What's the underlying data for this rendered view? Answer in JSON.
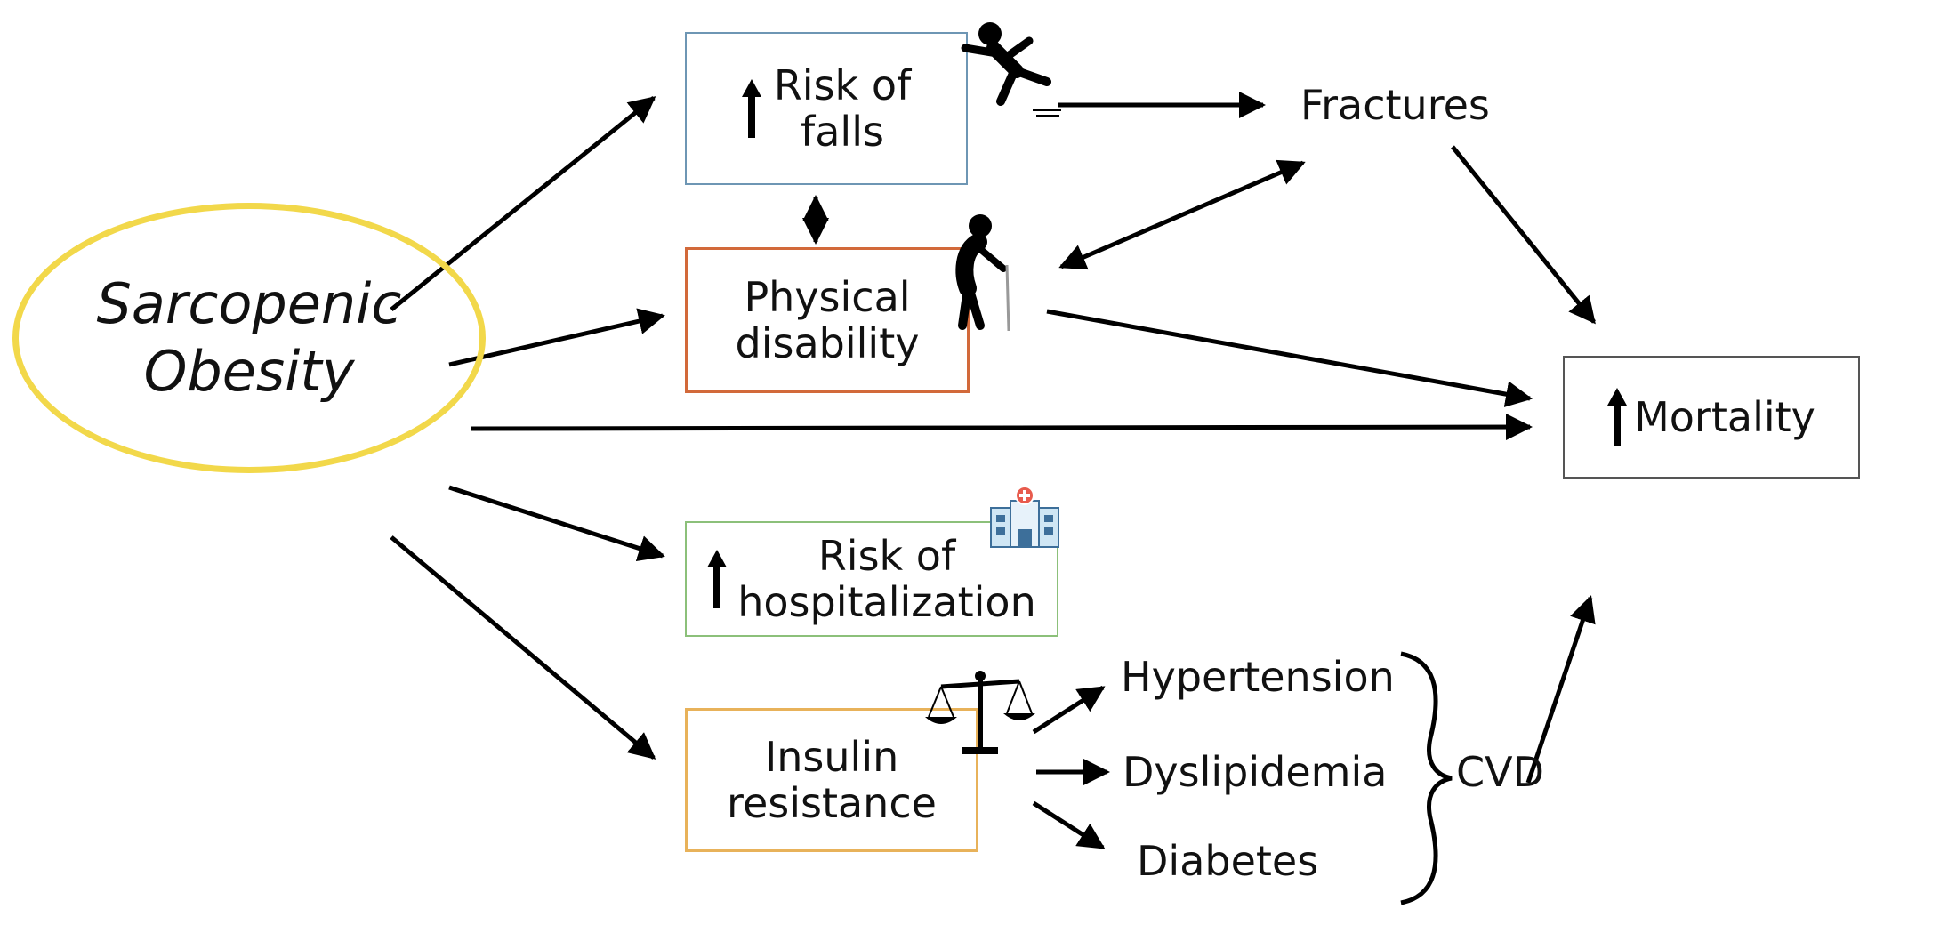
{
  "center": {
    "line1": "Sarcopenic",
    "line2": "Obesity"
  },
  "boxes": {
    "falls": {
      "line1": "Risk of",
      "line2": "falls",
      "border": "#6e96b4"
    },
    "disability": {
      "line1": "Physical",
      "line2": "disability",
      "border": "#d2693a"
    },
    "hospitalization": {
      "line1": "Risk of",
      "line2": "hospitalization",
      "border": "#8cc07a"
    },
    "insulin": {
      "line1": "Insulin",
      "line2": "resistance",
      "border": "#e8b25a"
    },
    "mortality": {
      "label": "Mortality",
      "border": "#555555"
    }
  },
  "labels": {
    "fractures": "Fractures",
    "hypertension": "Hypertension",
    "dyslipidemia": "Dyslipidemia",
    "diabetes": "Diabetes",
    "cvd": "CVD"
  },
  "colors": {
    "ellipse_border": "#f2d84a",
    "arrow": "#000000"
  },
  "icons": [
    "falling-person-icon",
    "elderly-cane-icon",
    "hospital-icon",
    "balance-scale-icon",
    "curly-brace-icon"
  ]
}
